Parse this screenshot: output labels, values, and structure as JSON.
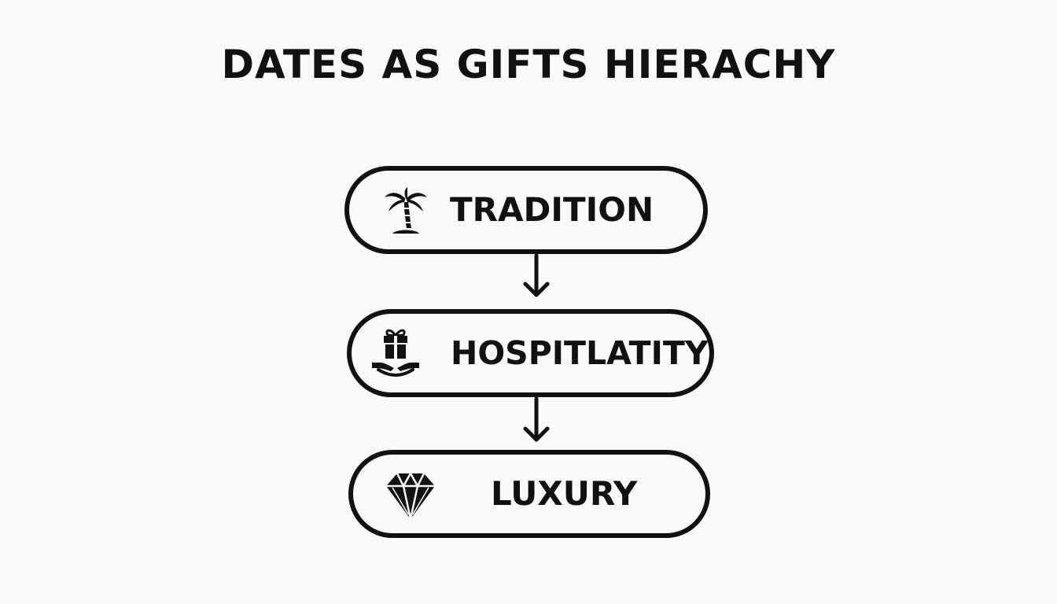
{
  "title": "DATES AS GIFTS HIERACHY",
  "nodes": [
    {
      "label": "TRADITION",
      "icon": "palm-tree-icon"
    },
    {
      "label": "HOSPITLATITY",
      "icon": "gift-in-hands-icon"
    },
    {
      "label": "LUXURY",
      "icon": "diamond-icon"
    }
  ],
  "colors": {
    "background": "#fafafa",
    "stroke": "#111111"
  }
}
